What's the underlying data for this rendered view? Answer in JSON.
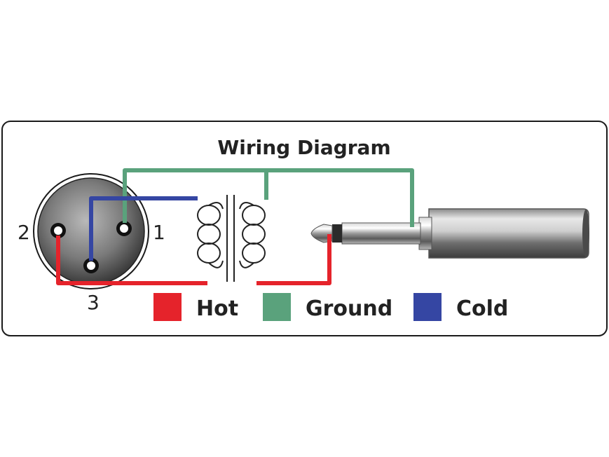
{
  "title": "Wiring Diagram",
  "xlr_pins": {
    "pin1": "1",
    "pin2": "2",
    "pin3": "3"
  },
  "legend": [
    {
      "label": "Hot",
      "color": "#e5232b"
    },
    {
      "label": "Ground",
      "color": "#5aa27c"
    },
    {
      "label": "Cold",
      "color": "#3546a3"
    }
  ],
  "colors": {
    "hot": "#e5232b",
    "ground": "#5aa27c",
    "cold": "#3546a3",
    "frame": "#1a1a1a"
  },
  "icons": {
    "xlr": "xlr-connector-icon",
    "transformer": "transformer-icon",
    "jack": "quarter-inch-plug-icon"
  }
}
